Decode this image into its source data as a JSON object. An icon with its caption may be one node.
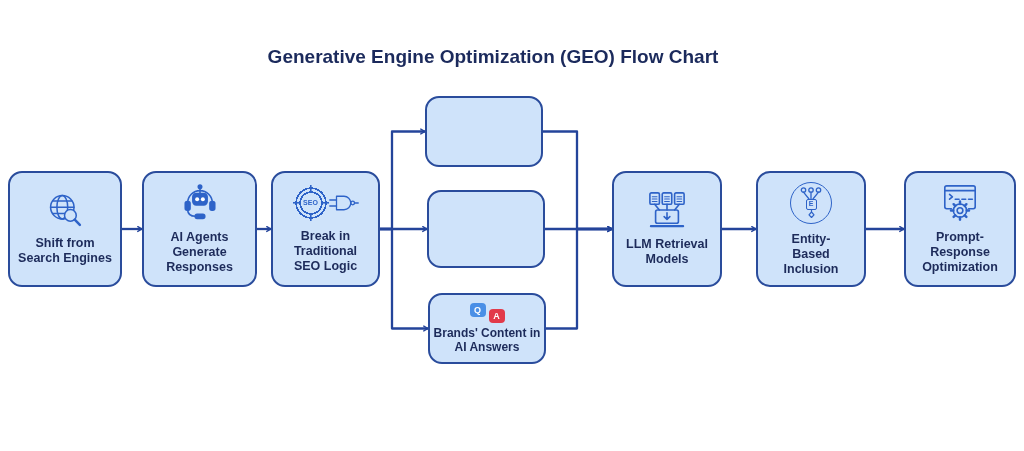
{
  "diagram": {
    "title": "Generative Engine Optimization (GEO) Flow Chart",
    "nodes": [
      {
        "text": [
          "Shift from Search Engines"
        ]
      },
      {
        "text": [
          "AI Agents Generate Responses"
        ]
      },
      {
        "text": [
          "SEO",
          "Break in Traditional SEO Logic"
        ]
      },
      {
        "text": [],
        "shape": "box"
      },
      {
        "text": [],
        "shape": "box"
      },
      {
        "text": [
          "Q",
          "A",
          "Brands' Content in AI Answers"
        ]
      },
      {
        "text": [
          "LLM Retrieval Models"
        ]
      },
      {
        "text": [
          "E",
          "Entity-Based Inclusion"
        ]
      },
      {
        "text": [
          "Prompt-Response Optimization"
        ]
      }
    ],
    "edges": [
      {
        "from": 0,
        "to": 1,
        "arrow": "to"
      },
      {
        "from": 1,
        "to": 2,
        "arrow": "to"
      },
      {
        "from": 2,
        "to": 3,
        "arrow": "to"
      },
      {
        "from": 2,
        "to": 4,
        "arrow": "to"
      },
      {
        "from": 2,
        "to": 5,
        "arrow": "to"
      },
      {
        "from": 3,
        "to": 6,
        "arrow": "to"
      },
      {
        "from": 4,
        "to": 6,
        "arrow": "to"
      },
      {
        "from": 5,
        "to": 6,
        "arrow": "to"
      },
      {
        "from": 6,
        "to": 7,
        "arrow": "to"
      },
      {
        "from": 7,
        "to": 8,
        "arrow": "to"
      }
    ]
  }
}
